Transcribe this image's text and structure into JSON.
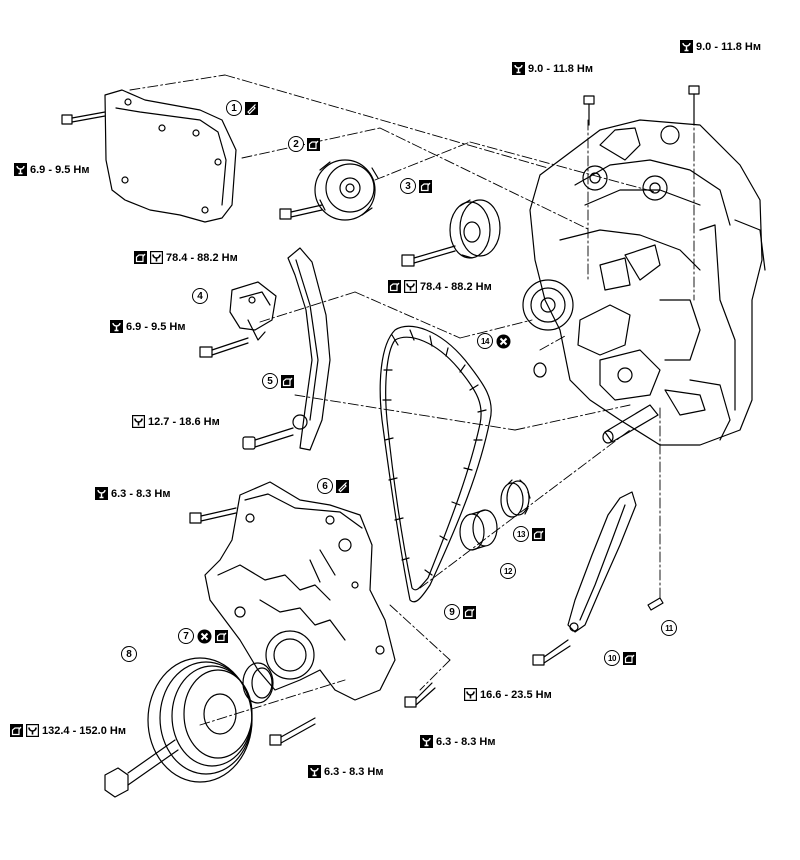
{
  "callouts": [
    {
      "id": "1",
      "num": "1",
      "symbols": [
        "sealant"
      ]
    },
    {
      "id": "2",
      "num": "2",
      "symbols": [
        "oil"
      ]
    },
    {
      "id": "3",
      "num": "3",
      "symbols": [
        "oil"
      ]
    },
    {
      "id": "4",
      "num": "4",
      "symbols": []
    },
    {
      "id": "5",
      "num": "5",
      "symbols": [
        "oil"
      ]
    },
    {
      "id": "6",
      "num": "6",
      "symbols": [
        "sealant"
      ]
    },
    {
      "id": "7",
      "num": "7",
      "symbols": [
        "replace",
        "oil"
      ]
    },
    {
      "id": "8",
      "num": "8",
      "symbols": []
    },
    {
      "id": "9",
      "num": "9",
      "symbols": [
        "oil"
      ]
    },
    {
      "id": "10",
      "num": "10",
      "symbols": [
        "oil"
      ]
    },
    {
      "id": "11",
      "num": "11",
      "symbols": []
    },
    {
      "id": "12",
      "num": "12",
      "symbols": []
    },
    {
      "id": "13",
      "num": "13",
      "symbols": [
        "oil"
      ]
    },
    {
      "id": "14",
      "num": "14",
      "symbols": [
        "replace"
      ]
    }
  ],
  "torques": [
    {
      "id": "t1",
      "icons": [
        "wrench"
      ],
      "text": "6.9 - 9.5 Нм"
    },
    {
      "id": "t2",
      "icons": [
        "wrench"
      ],
      "text": "9.0 - 11.8 Нм"
    },
    {
      "id": "t3",
      "icons": [
        "wrench"
      ],
      "text": "9.0 - 11.8 Нм"
    },
    {
      "id": "t4",
      "icons": [
        "oil",
        "torque"
      ],
      "text": "78.4 - 88.2 Нм"
    },
    {
      "id": "t5",
      "icons": [
        "oil",
        "torque"
      ],
      "text": "78.4 - 88.2 Нм"
    },
    {
      "id": "t6",
      "icons": [
        "wrench"
      ],
      "text": "6.9 - 9.5 Нм"
    },
    {
      "id": "t7",
      "icons": [
        "torque"
      ],
      "text": "12.7 - 18.6 Нм"
    },
    {
      "id": "t8",
      "icons": [
        "wrench"
      ],
      "text": "6.3 - 8.3 Нм"
    },
    {
      "id": "t9",
      "icons": [
        "torque"
      ],
      "text": "16.6 - 23.5 Нм"
    },
    {
      "id": "t10",
      "icons": [
        "wrench"
      ],
      "text": "6.3 - 8.3 Нм"
    },
    {
      "id": "t11",
      "icons": [
        "oil",
        "torque"
      ],
      "text": "132.4 - 152.0 Нм"
    },
    {
      "id": "t12",
      "icons": [
        "wrench"
      ],
      "text": "6.3 - 8.3 Нм"
    }
  ],
  "icon_names": {
    "wrench": "wrench-icon",
    "torque": "torque-icon",
    "oil": "oil-can-icon",
    "sealant": "sealant-icon",
    "replace": "replace-x-icon"
  },
  "colors": {
    "ink": "#000000",
    "paper": "#ffffff"
  }
}
